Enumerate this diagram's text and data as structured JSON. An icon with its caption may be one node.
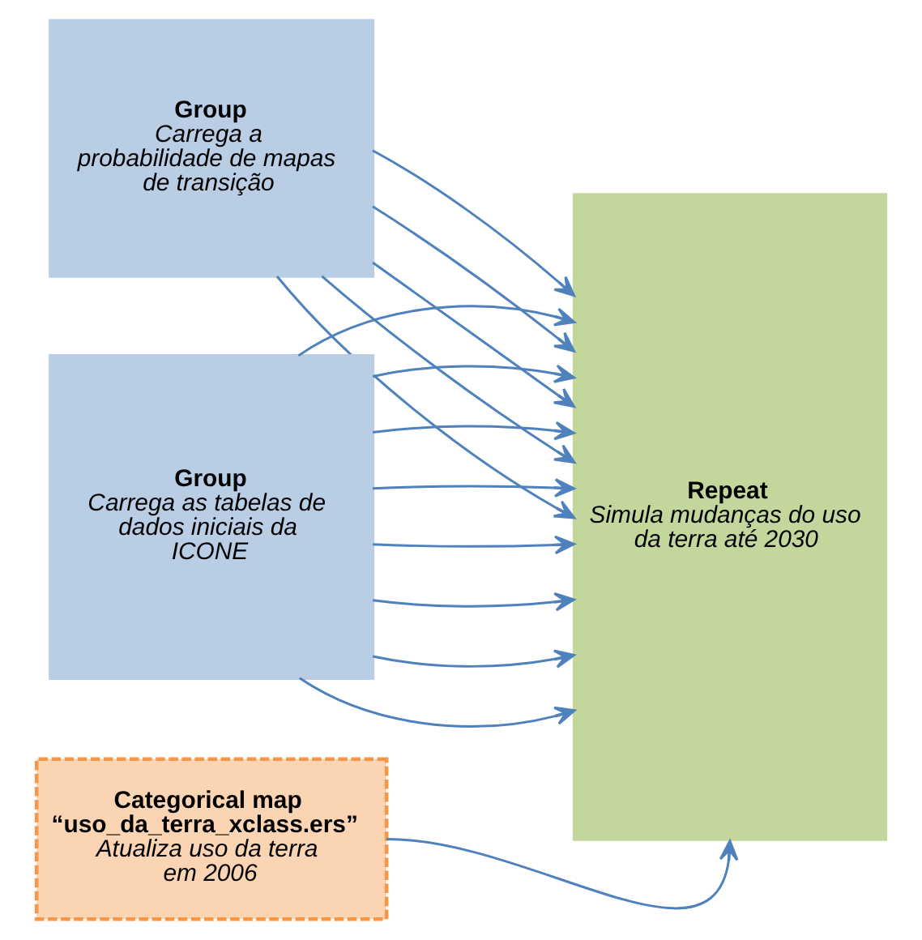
{
  "diagram": {
    "nodes": [
      {
        "text": [
          "Group",
          "Carrega a probabilidade de mapas de transição"
        ]
      },
      {
        "text": [
          "Group",
          "Carrega as tabelas de dados iniciais da ICONE"
        ]
      },
      {
        "text": [
          "Repeat",
          "Simula mudanças do uso da terra até 2030"
        ]
      },
      {
        "text": [
          "Categorical map",
          "“uso_da_terra_xclass.ers”",
          "Atualiza uso da terra em 2006"
        ]
      }
    ],
    "edges": [
      {
        "from": 0,
        "to": 2,
        "arrow": "to"
      },
      {
        "from": 0,
        "to": 2,
        "arrow": "to"
      },
      {
        "from": 0,
        "to": 2,
        "arrow": "to"
      },
      {
        "from": 0,
        "to": 2,
        "arrow": "to"
      },
      {
        "from": 0,
        "to": 2,
        "arrow": "to"
      },
      {
        "from": 1,
        "to": 2,
        "arrow": "to"
      },
      {
        "from": 1,
        "to": 2,
        "arrow": "to"
      },
      {
        "from": 1,
        "to": 2,
        "arrow": "to"
      },
      {
        "from": 1,
        "to": 2,
        "arrow": "to"
      },
      {
        "from": 1,
        "to": 2,
        "arrow": "to"
      },
      {
        "from": 1,
        "to": 2,
        "arrow": "to"
      },
      {
        "from": 1,
        "to": 2,
        "arrow": "to"
      },
      {
        "from": 1,
        "to": 2,
        "arrow": "to"
      },
      {
        "from": 3,
        "to": 2,
        "arrow": "to"
      }
    ]
  }
}
